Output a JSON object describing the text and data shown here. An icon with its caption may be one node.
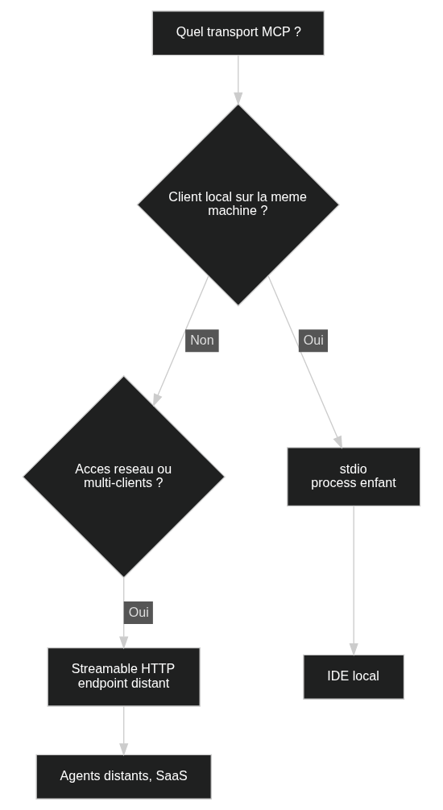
{
  "diagram": {
    "nodes": [
      {
        "text": [
          "Quel transport MCP ?"
        ]
      },
      {
        "text": [
          "Client local sur la meme machine ?"
        ]
      },
      {
        "text": [
          "Acces reseau ou multi-clients ?"
        ]
      },
      {
        "text": [
          "stdio",
          "process enfant"
        ]
      },
      {
        "text": [
          "Streamable HTTP",
          "endpoint distant"
        ]
      },
      {
        "text": [
          "IDE local"
        ]
      },
      {
        "text": [
          "Agents distants, SaaS"
        ]
      }
    ],
    "edges": [
      {
        "from": 0,
        "to": 1,
        "arrow": "to"
      },
      {
        "from": 1,
        "to": 2,
        "arrow": "to",
        "label": "Non"
      },
      {
        "from": 1,
        "to": 3,
        "arrow": "to",
        "label": "Oui"
      },
      {
        "from": 2,
        "to": 4,
        "arrow": "to",
        "label": "Oui"
      },
      {
        "from": 3,
        "to": 5,
        "arrow": "to"
      },
      {
        "from": 4,
        "to": 6,
        "arrow": "to"
      }
    ]
  }
}
